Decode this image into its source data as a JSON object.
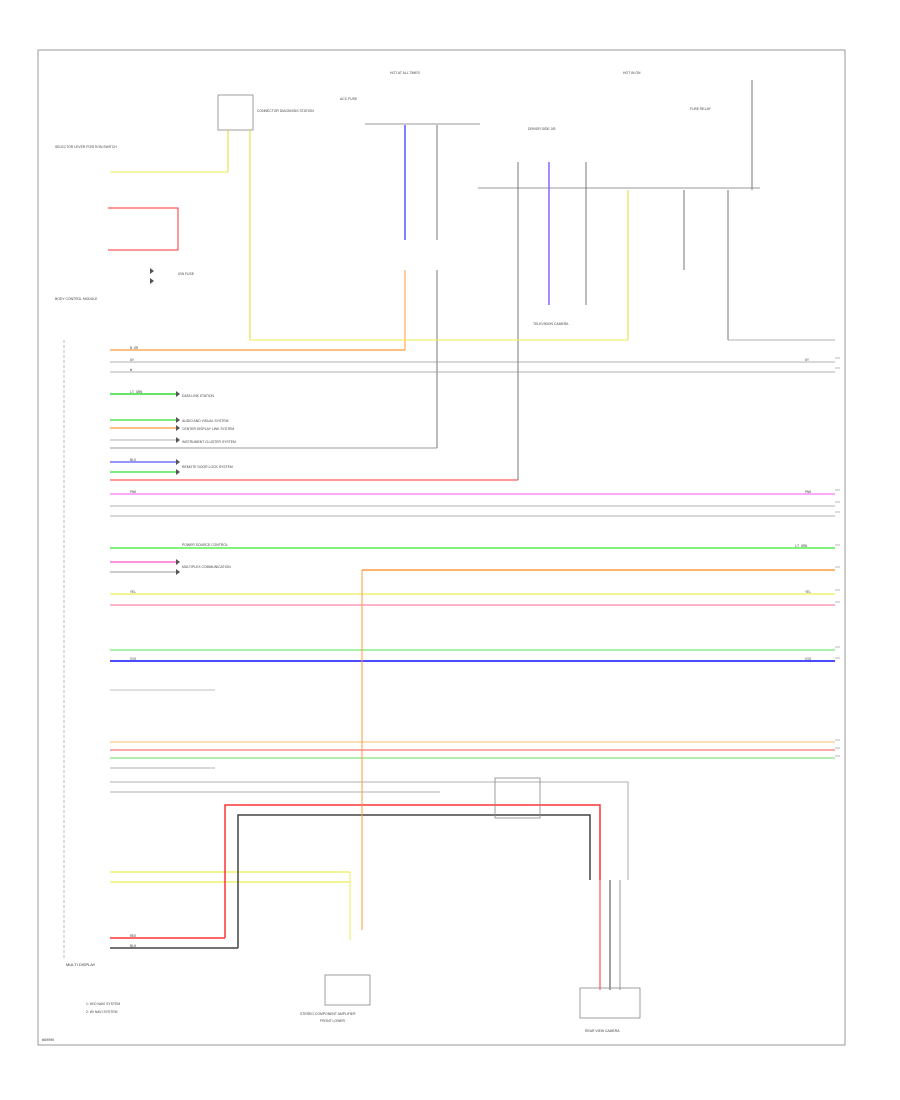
{
  "colors": {
    "frame": "#999999",
    "wire_dark": "#777777",
    "orange": "#ff9a3c",
    "yellow": "#ffff66",
    "yellow_dark": "#d8d800",
    "red": "#ff3333",
    "pink": "#ff88cc",
    "green": "#33dd33",
    "light_green": "#99ee99",
    "blue": "#3333ff",
    "purple": "#9966ff",
    "gray": "#888888",
    "black": "#333333"
  },
  "labels": {
    "hot_at_all_times": "HOT AT ALL TIMES",
    "hot_in_on": "HOT IN ON",
    "fuse_top": "ACC FUSE",
    "fuse_right": "FUSE RELAY",
    "module_top_left": "CONNECTOR DIAGNOSIS STATION",
    "selector": "SELECTOR LEVER POSITION SWITCH",
    "module_left": "BODY CONTROL MODULE",
    "to_ignition": "IGN FUSE",
    "ecu_main": "MULTI DISPLAY",
    "front_camera": "TELEVISION CAMERA",
    "stereo_amp": "STEREO COMPONENT AMPLIFIER",
    "stereo_sub": "FRONT LOWER",
    "rear_camera": "REAR VIEW CAMERA",
    "junction_box": "DRIVER SIDE J/B",
    "note1": "1: W/O NAVI SYSTEM",
    "note2": "2: W/ NAVI SYSTEM",
    "footer_code": "W90006"
  },
  "lines": {
    "l1": "DATA LINK STATION",
    "l2": "AUDIO AND VISUAL SYSTEM",
    "l3": "CENTER DISPLAY LINK SYSTEM",
    "l4": "INSTRUMENT CLUSTER SYSTEM",
    "l5": "REMOTE DOOR LOCK SYSTEM",
    "l6": "POWER SOURCE CONTROL",
    "l7": "MULTIPLEX COMMUNICATION"
  },
  "wires": {
    "w_or": "B-OR",
    "w_gy": "GY",
    "w_w": "W",
    "w_bl": "BLU",
    "w_yel": "YEL",
    "w_lg": "LT GRN",
    "w_p": "PNK",
    "w_r": "RED",
    "w_b": "BLK",
    "w_v": "VIO"
  }
}
